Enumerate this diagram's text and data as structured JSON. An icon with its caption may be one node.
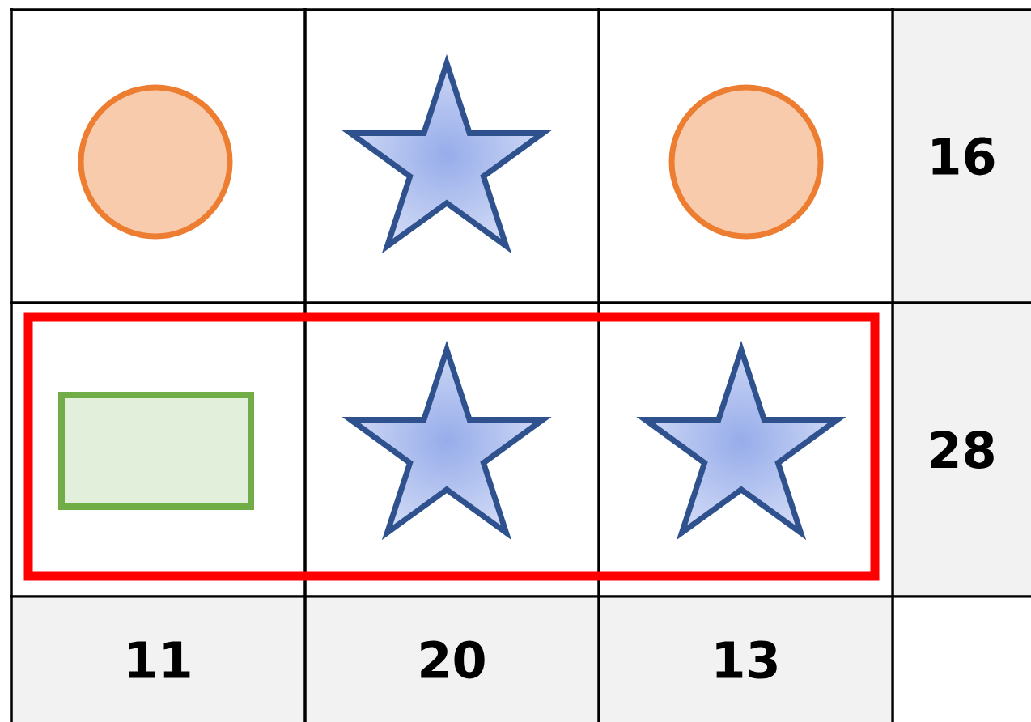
{
  "diagram": {
    "nodes": [
      {
        "text": [],
        "shape": "circle"
      },
      {
        "text": [],
        "shape": "star"
      },
      {
        "text": [],
        "shape": "circle"
      },
      {
        "text": [],
        "shape": "box"
      },
      {
        "text": [],
        "shape": "star"
      },
      {
        "text": [],
        "shape": "star"
      }
    ],
    "labels": [
      "16",
      "28",
      "11",
      "20",
      "13"
    ]
  }
}
